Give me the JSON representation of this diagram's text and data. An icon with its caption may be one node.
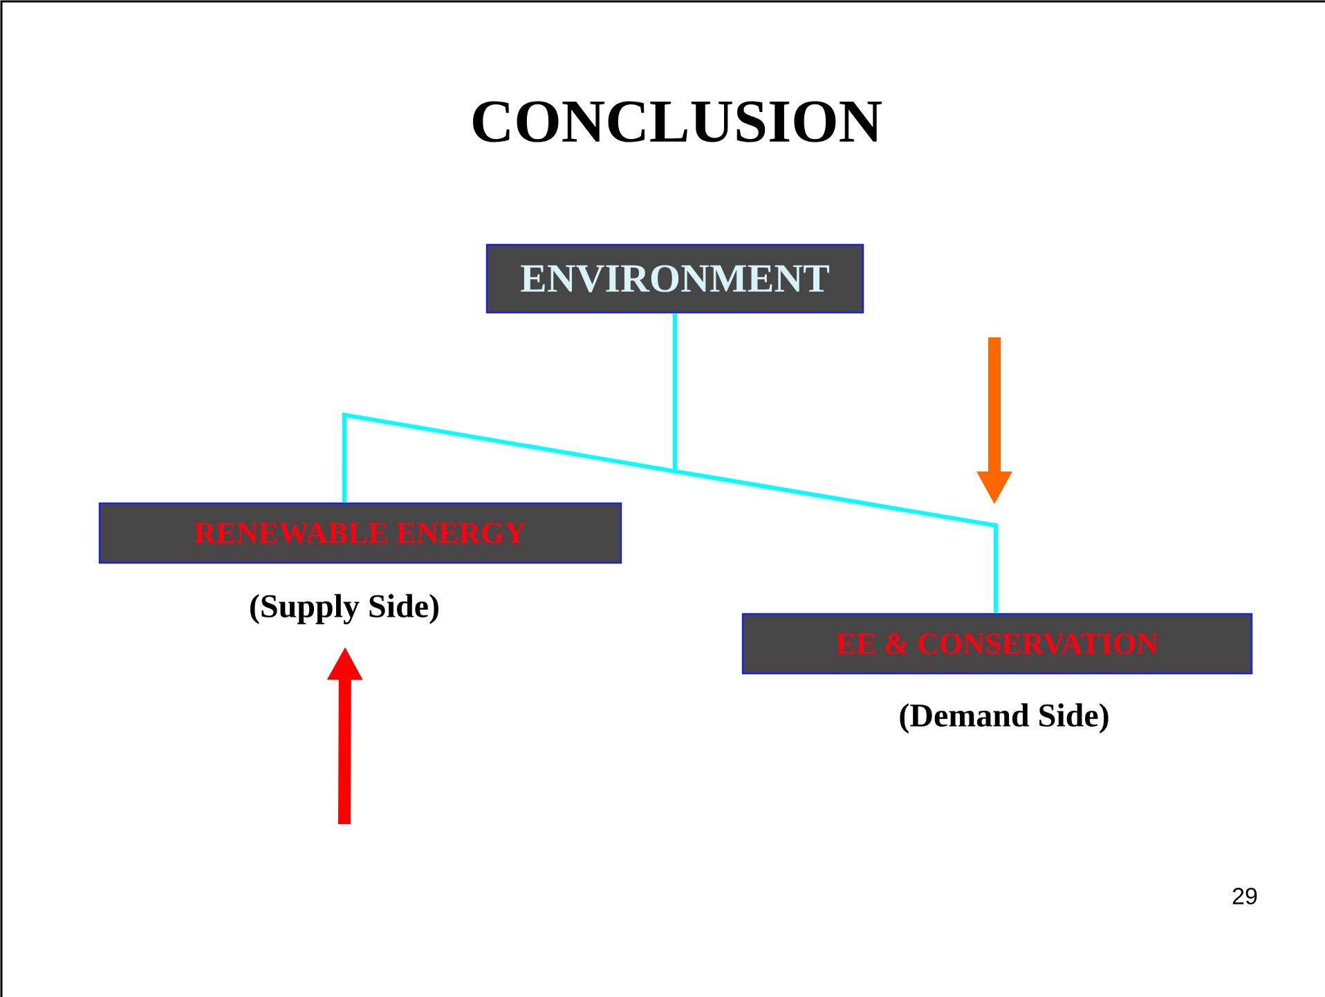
{
  "diagram": {
    "title": "CONCLUSION",
    "nodes": [
      {
        "text": [
          "ENVIRONMENT"
        ]
      },
      {
        "text": [
          "RENEWABLE ENERGY"
        ],
        "beside": [
          "(Supply Side)"
        ]
      },
      {
        "text": [
          "EE & CONSERVATION"
        ],
        "beside": [
          "(Demand Side)"
        ]
      }
    ],
    "edges": [
      {
        "from": 0,
        "to": 1,
        "arrow": "none",
        "color": "#00ffff"
      },
      {
        "from": 0,
        "to": 2,
        "arrow": "none",
        "color": "#00ffff"
      },
      {
        "from": null,
        "to": 1,
        "arrow": "to",
        "style": "thick",
        "color": "#ff0000"
      }
    ],
    "labels": [
      "29"
    ]
  }
}
